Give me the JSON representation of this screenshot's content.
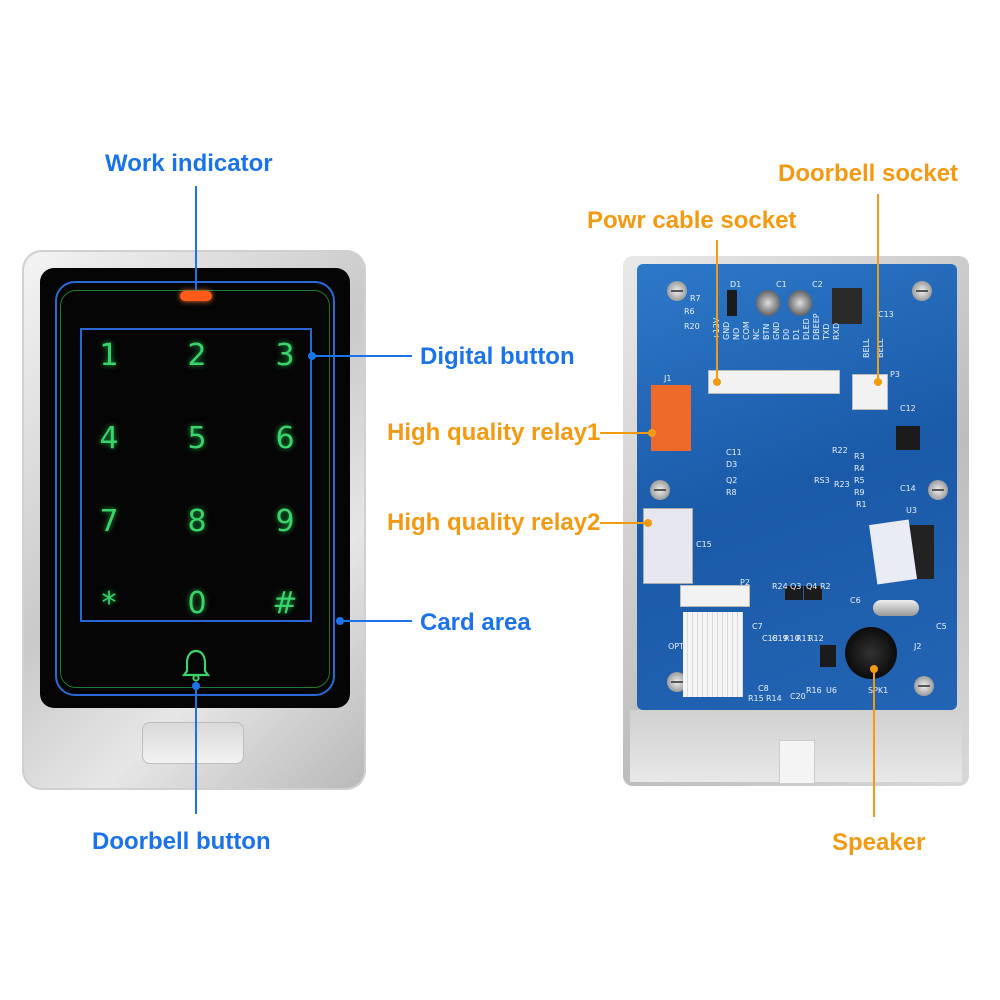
{
  "labels": {
    "work_indicator": "Work indicator",
    "digital_button": "Digital button",
    "card_area": "Card area",
    "doorbell_button": "Doorbell button",
    "doorbell_socket": "Doorbell socket",
    "power_cable_socket": "Powr cable socket",
    "relay1": "High quality relay1",
    "relay2": "High quality relay2",
    "speaker": "Speaker"
  },
  "keypad": [
    "1",
    "2",
    "3",
    "4",
    "5",
    "6",
    "7",
    "8",
    "9",
    "*",
    "0",
    "#"
  ],
  "pcb_silk": {
    "connector_pins": [
      "+12V",
      "GND",
      "NO",
      "COM",
      "NC",
      "BTN",
      "GND",
      "D0",
      "D1",
      "DLED",
      "DBEEP",
      "TXD",
      "RXD"
    ],
    "bell": [
      "BELL",
      "BELL"
    ],
    "parts": [
      "J1",
      "P3",
      "C1",
      "C2",
      "D1",
      "R7",
      "R6",
      "R20",
      "C11",
      "D3",
      "Q2",
      "R8",
      "C15",
      "P2",
      "R22",
      "R3",
      "R4",
      "R5",
      "R9",
      "RS3",
      "R23",
      "R1",
      "C12",
      "C14",
      "U3",
      "C6",
      "C5",
      "J2",
      "SPK1",
      "R24",
      "Q3",
      "Q4",
      "R2",
      "C7",
      "C18",
      "C13",
      "C19",
      "R10",
      "R11",
      "R12",
      "R16",
      "U6",
      "OPT1",
      "R15",
      "R14",
      "C8",
      "C20"
    ]
  },
  "colors": {
    "callout_blue": "#1a73e8",
    "callout_orange": "#f39a12",
    "keypad_green": "#39d46b",
    "led_red": "#ff5a1a",
    "pcb_blue": "#1f62b2"
  }
}
